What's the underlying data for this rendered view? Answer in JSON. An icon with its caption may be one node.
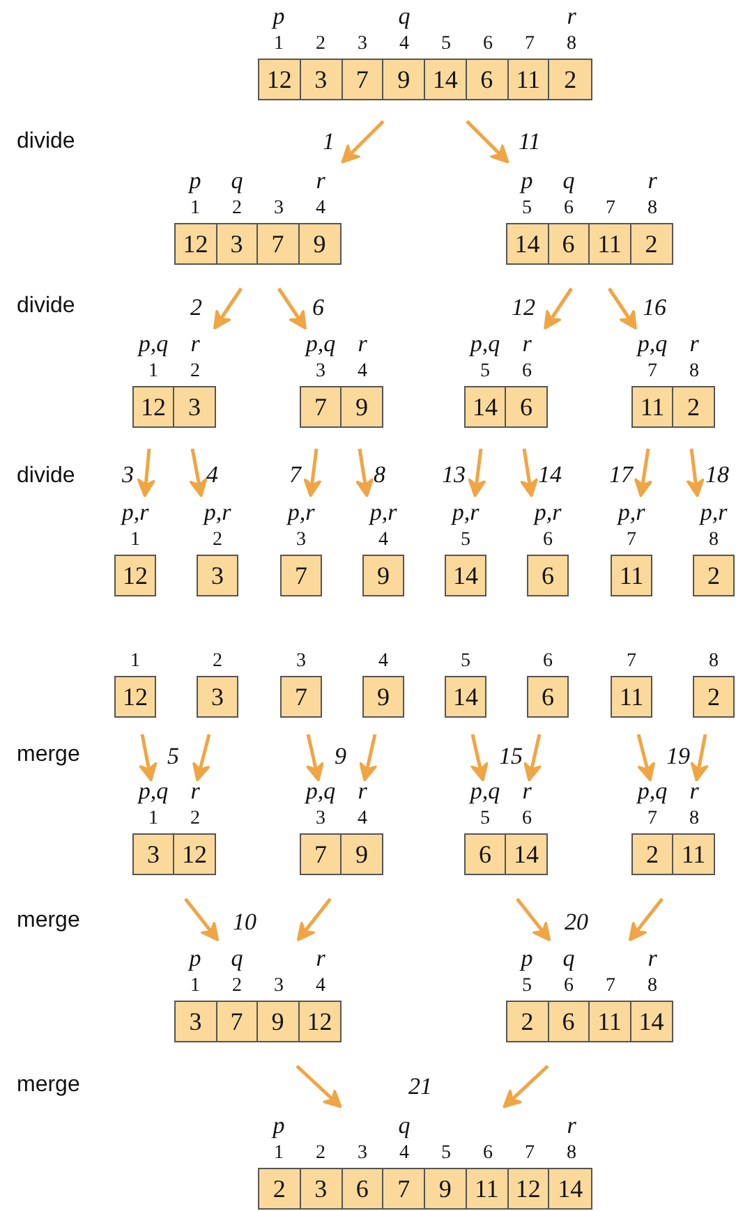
{
  "diagram": {
    "nodes": [
      {
        "text": [
          "12",
          "3",
          "7",
          "9",
          "14",
          "6",
          "11",
          "2"
        ],
        "beside": [
          "p",
          "q",
          "r",
          "1",
          "2",
          "3",
          "4",
          "5",
          "6",
          "7",
          "8"
        ]
      },
      {
        "text": [
          "12",
          "3",
          "7",
          "9"
        ],
        "beside": [
          "p",
          "q",
          "r",
          "1",
          "2",
          "3",
          "4"
        ]
      },
      {
        "text": [
          "14",
          "6",
          "11",
          "2"
        ],
        "beside": [
          "p",
          "q",
          "r",
          "5",
          "6",
          "7",
          "8"
        ]
      },
      {
        "text": [
          "12",
          "3"
        ],
        "beside": [
          "p,q",
          "r",
          "1",
          "2"
        ]
      },
      {
        "text": [
          "7",
          "9"
        ],
        "beside": [
          "p,q",
          "r",
          "3",
          "4"
        ]
      },
      {
        "text": [
          "14",
          "6"
        ],
        "beside": [
          "p,q",
          "r",
          "5",
          "6"
        ]
      },
      {
        "text": [
          "11",
          "2"
        ],
        "beside": [
          "p,q",
          "r",
          "7",
          "8"
        ]
      },
      {
        "text": [
          "12"
        ],
        "beside": [
          "p,r",
          "1"
        ]
      },
      {
        "text": [
          "3"
        ],
        "beside": [
          "p,r",
          "2"
        ]
      },
      {
        "text": [
          "7"
        ],
        "beside": [
          "p,r",
          "3"
        ]
      },
      {
        "text": [
          "9"
        ],
        "beside": [
          "p,r",
          "4"
        ]
      },
      {
        "text": [
          "14"
        ],
        "beside": [
          "p,r",
          "5"
        ]
      },
      {
        "text": [
          "6"
        ],
        "beside": [
          "p,r",
          "6"
        ]
      },
      {
        "text": [
          "11"
        ],
        "beside": [
          "p,r",
          "7"
        ]
      },
      {
        "text": [
          "2"
        ],
        "beside": [
          "p,r",
          "8"
        ]
      },
      {
        "text": [
          "12"
        ],
        "beside": [
          "1"
        ]
      },
      {
        "text": [
          "3"
        ],
        "beside": [
          "2"
        ]
      },
      {
        "text": [
          "7"
        ],
        "beside": [
          "3"
        ]
      },
      {
        "text": [
          "9"
        ],
        "beside": [
          "4"
        ]
      },
      {
        "text": [
          "14"
        ],
        "beside": [
          "5"
        ]
      },
      {
        "text": [
          "6"
        ],
        "beside": [
          "6"
        ]
      },
      {
        "text": [
          "11"
        ],
        "beside": [
          "7"
        ]
      },
      {
        "text": [
          "2"
        ],
        "beside": [
          "8"
        ]
      },
      {
        "text": [
          "3",
          "12"
        ],
        "beside": [
          "p,q",
          "r",
          "1",
          "2"
        ]
      },
      {
        "text": [
          "7",
          "9"
        ],
        "beside": [
          "p,q",
          "r",
          "3",
          "4"
        ]
      },
      {
        "text": [
          "6",
          "14"
        ],
        "beside": [
          "p,q",
          "r",
          "5",
          "6"
        ]
      },
      {
        "text": [
          "2",
          "11"
        ],
        "beside": [
          "p,q",
          "r",
          "7",
          "8"
        ]
      },
      {
        "text": [
          "3",
          "7",
          "9",
          "12"
        ],
        "beside": [
          "p",
          "q",
          "r",
          "1",
          "2",
          "3",
          "4"
        ]
      },
      {
        "text": [
          "2",
          "6",
          "11",
          "14"
        ],
        "beside": [
          "p",
          "q",
          "r",
          "5",
          "6",
          "7",
          "8"
        ]
      },
      {
        "text": [
          "2",
          "3",
          "6",
          "7",
          "9",
          "11",
          "12",
          "14"
        ],
        "beside": [
          "p",
          "q",
          "r",
          "1",
          "2",
          "3",
          "4",
          "5",
          "6",
          "7",
          "8"
        ]
      }
    ],
    "edges": [
      {
        "from": 0,
        "to": 1,
        "arrow": "to",
        "label": "1"
      },
      {
        "from": 0,
        "to": 2,
        "arrow": "to",
        "label": "11"
      },
      {
        "from": 1,
        "to": 3,
        "arrow": "to",
        "label": "2"
      },
      {
        "from": 1,
        "to": 4,
        "arrow": "to",
        "label": "6"
      },
      {
        "from": 2,
        "to": 5,
        "arrow": "to",
        "label": "12"
      },
      {
        "from": 2,
        "to": 6,
        "arrow": "to",
        "label": "16"
      },
      {
        "from": 3,
        "to": 7,
        "arrow": "to",
        "label": "3"
      },
      {
        "from": 3,
        "to": 8,
        "arrow": "to",
        "label": "4"
      },
      {
        "from": 4,
        "to": 9,
        "arrow": "to",
        "label": "7"
      },
      {
        "from": 4,
        "to": 10,
        "arrow": "to",
        "label": "8"
      },
      {
        "from": 5,
        "to": 11,
        "arrow": "to",
        "label": "13"
      },
      {
        "from": 5,
        "to": 12,
        "arrow": "to",
        "label": "14"
      },
      {
        "from": 6,
        "to": 13,
        "arrow": "to",
        "label": "17"
      },
      {
        "from": 6,
        "to": 14,
        "arrow": "to",
        "label": "18"
      },
      {
        "from": 15,
        "to": 23,
        "arrow": "to",
        "label": "5"
      },
      {
        "from": 16,
        "to": 23,
        "arrow": "to"
      },
      {
        "from": 17,
        "to": 24,
        "arrow": "to",
        "label": "9"
      },
      {
        "from": 18,
        "to": 24,
        "arrow": "to"
      },
      {
        "from": 19,
        "to": 25,
        "arrow": "to",
        "label": "15"
      },
      {
        "from": 20,
        "to": 25,
        "arrow": "to"
      },
      {
        "from": 21,
        "to": 26,
        "arrow": "to",
        "label": "19"
      },
      {
        "from": 22,
        "to": 26,
        "arrow": "to"
      },
      {
        "from": 23,
        "to": 27,
        "arrow": "to",
        "label": "10"
      },
      {
        "from": 24,
        "to": 27,
        "arrow": "to"
      },
      {
        "from": 25,
        "to": 28,
        "arrow": "to",
        "label": "20"
      },
      {
        "from": 26,
        "to": 28,
        "arrow": "to"
      },
      {
        "from": 27,
        "to": 29,
        "arrow": "to",
        "label": "21"
      },
      {
        "from": 28,
        "to": 29,
        "arrow": "to"
      }
    ],
    "labels": [
      "divide",
      "divide",
      "divide",
      "merge",
      "merge",
      "merge"
    ]
  }
}
